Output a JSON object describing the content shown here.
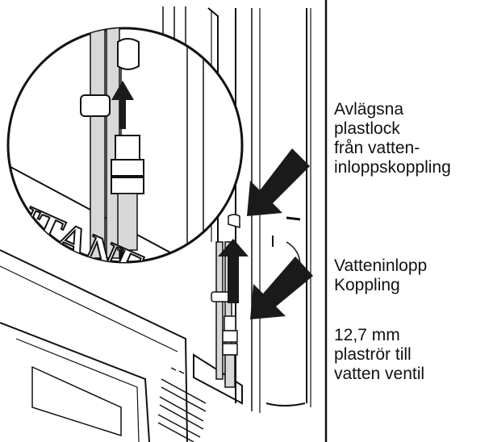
{
  "labels": {
    "remove_caps": [
      "Avlägsna",
      "plastlock",
      "från vatten-",
      "inloppskoppling"
    ],
    "inlet_coupling": [
      "Vatteninlopp",
      "Koppling"
    ],
    "tubing": [
      "12,7 mm",
      "plaströr till",
      "vatten ventil"
    ]
  },
  "brand_fragment": "NTANE",
  "colors": {
    "line": "#111111",
    "arrow": "#1a1a1a",
    "tube_fill": "#d8d8d8",
    "background": "#ffffff"
  },
  "icons": [
    "arrow-icon",
    "magnifier-circle-icon"
  ]
}
